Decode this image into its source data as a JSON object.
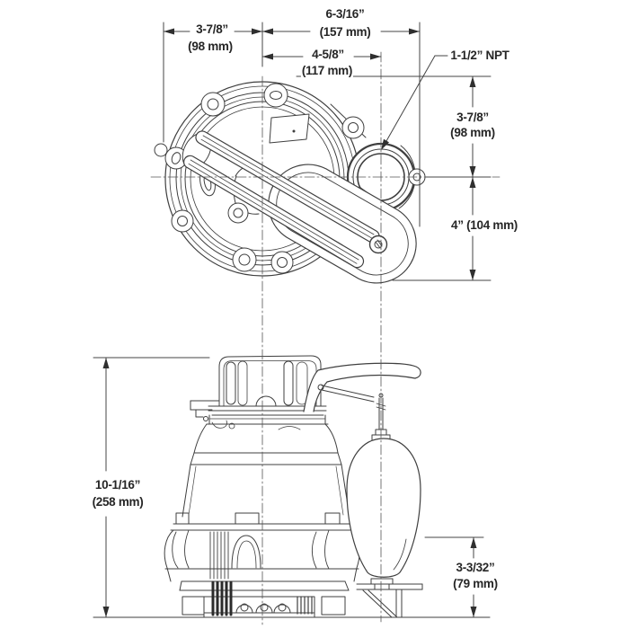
{
  "drawing": {
    "subject": "submersible-sump-pump-dimension-drawing",
    "colors": {
      "background": "#ffffff",
      "line": "#3f3f3f",
      "centerline": "#555555",
      "text": "#262626"
    },
    "top_view": {
      "callout_port": {
        "label": "1-1/2” NPT"
      },
      "dim_width_left": {
        "inches": "3-7/8”",
        "mm": "(98 mm)"
      },
      "dim_width_right": {
        "inches": "6-3/16”",
        "mm": "(157 mm)"
      },
      "dim_port_offset": {
        "inches": "4-5/8”",
        "mm": "(117 mm)"
      },
      "dim_top_to_port_center": {
        "inches": "3-7/8”",
        "mm": "(98 mm)"
      },
      "dim_port_center_to_bottom": {
        "label": "4” (104 mm)"
      }
    },
    "side_view": {
      "dim_overall_height": {
        "inches": "10-1/16”",
        "mm": "(258 mm)"
      },
      "dim_float_level": {
        "inches": "3-3/32”",
        "mm": "(79 mm)"
      }
    }
  }
}
